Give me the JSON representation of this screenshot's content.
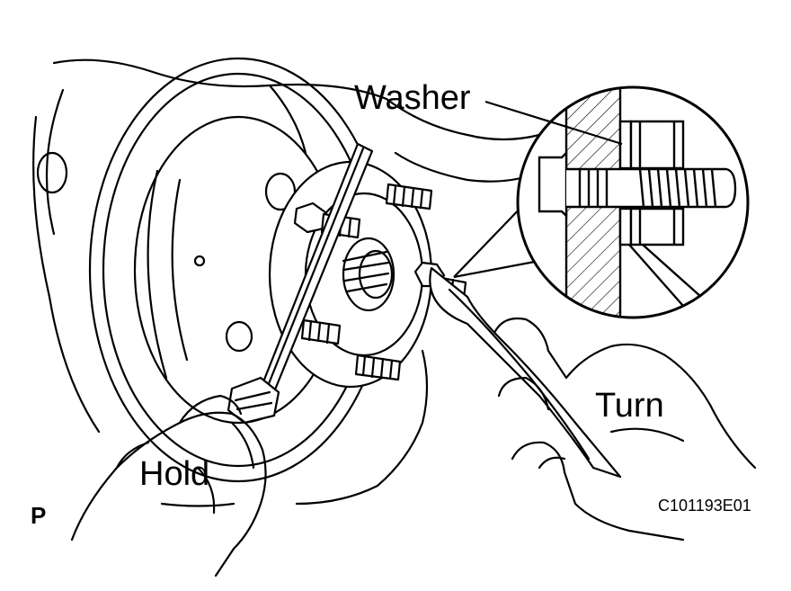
{
  "labels": {
    "washer": "Washer",
    "turn": "Turn",
    "hold": "Hold",
    "view_mark": "P",
    "figure_code": "C101193E01"
  }
}
